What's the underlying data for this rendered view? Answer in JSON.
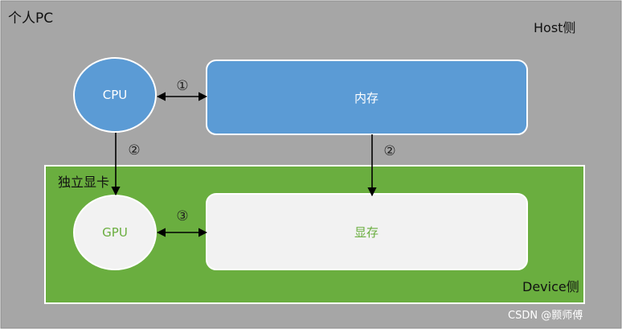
{
  "diagram": {
    "pc_label": "个人PC",
    "host_label": "Host侧",
    "device_label": "Device侧",
    "gpu_card_label": "独立显卡",
    "nodes": {
      "cpu": "CPU",
      "memory": "内存",
      "gpu": "GPU",
      "vram": "显存"
    },
    "steps": {
      "cpu_memory": "①",
      "cpu_gpu": "②",
      "memory_vram": "②",
      "gpu_vram": "③"
    }
  },
  "watermark": "CSDN @颢师傅",
  "colors": {
    "pc_background": "#a6a6a6",
    "card_background": "#6aae3f",
    "host_node_fill": "#5b9bd5",
    "device_node_fill": "#f2f2f2",
    "device_text": "#6aae3f",
    "arrow": "#000000"
  }
}
